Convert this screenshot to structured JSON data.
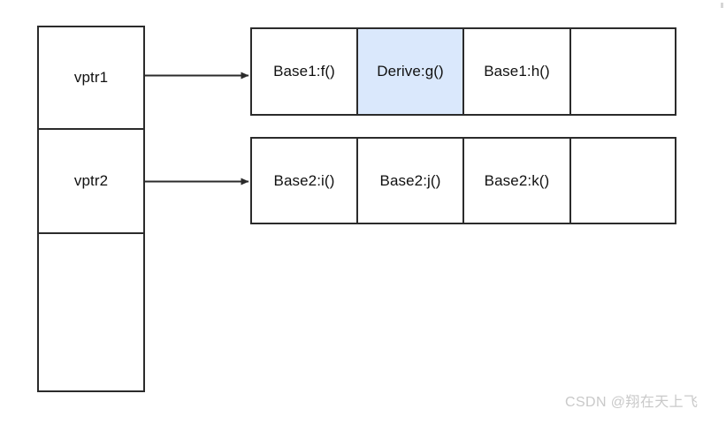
{
  "diagram": {
    "title": "C++ multiple-inheritance object layout with two vtable pointers",
    "colors": {
      "stroke": "#2b2b2b",
      "text": "#111111",
      "highlight_fill": "#dae8fc",
      "highlight_stroke": "#9cb9e0",
      "background": "#ffffff",
      "watermark": "#c9c9c9"
    },
    "object_box": {
      "name": "derived-object-layout",
      "cells": [
        {
          "label": "vptr1",
          "empty": false
        },
        {
          "label": "vptr2",
          "empty": false
        },
        {
          "label": "",
          "empty": true
        }
      ]
    },
    "vtables": [
      {
        "name": "vtable-for-base1",
        "pointed_from": "vptr1",
        "entries": [
          {
            "label": "Base1:f()",
            "highlighted": false,
            "empty": false
          },
          {
            "label": "Derive:g()",
            "highlighted": true,
            "empty": false
          },
          {
            "label": "Base1:h()",
            "highlighted": false,
            "empty": false
          },
          {
            "label": "",
            "highlighted": false,
            "empty": true
          }
        ]
      },
      {
        "name": "vtable-for-base2",
        "pointed_from": "vptr2",
        "entries": [
          {
            "label": "Base2:i()",
            "highlighted": false,
            "empty": false
          },
          {
            "label": "Base2:j()",
            "highlighted": false,
            "empty": false
          },
          {
            "label": "Base2:k()",
            "highlighted": false,
            "empty": false
          },
          {
            "label": "",
            "highlighted": false,
            "empty": true
          }
        ]
      }
    ],
    "connectors": [
      {
        "name": "arrow-vptr1-to-vtable1",
        "from": "vptr1",
        "to": "vtable-for-base1"
      },
      {
        "name": "arrow-vptr2-to-vtable2",
        "from": "vptr2",
        "to": "vtable-for-base2"
      }
    ],
    "watermark": "CSDN @翔在天上飞"
  }
}
